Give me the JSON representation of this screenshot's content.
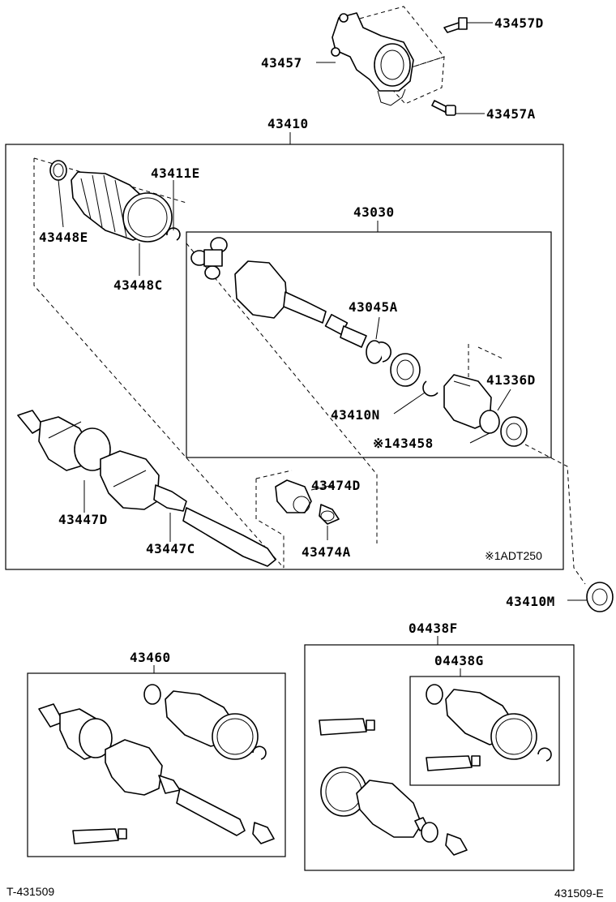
{
  "labels": {
    "p43457D": "43457D",
    "p43457": "43457",
    "p43457A": "43457A",
    "p43410": "43410",
    "p43411E": "43411E",
    "p43448E": "43448E",
    "p43448C": "43448C",
    "p43030": "43030",
    "p43045A": "43045A",
    "p41336D": "41336D",
    "p43410N": "43410N",
    "p143458": "※143458",
    "p43447D": "43447D",
    "p43447C": "43447C",
    "p43474D": "43474D",
    "p43474A": "43474A",
    "note1ADT250": "※1ADT250",
    "p43410M": "43410M",
    "p04438F": "04438F",
    "p04438G": "04438G",
    "p43460": "43460"
  },
  "footer": {
    "left_code": "T-431509",
    "right_code": "431509-E"
  }
}
